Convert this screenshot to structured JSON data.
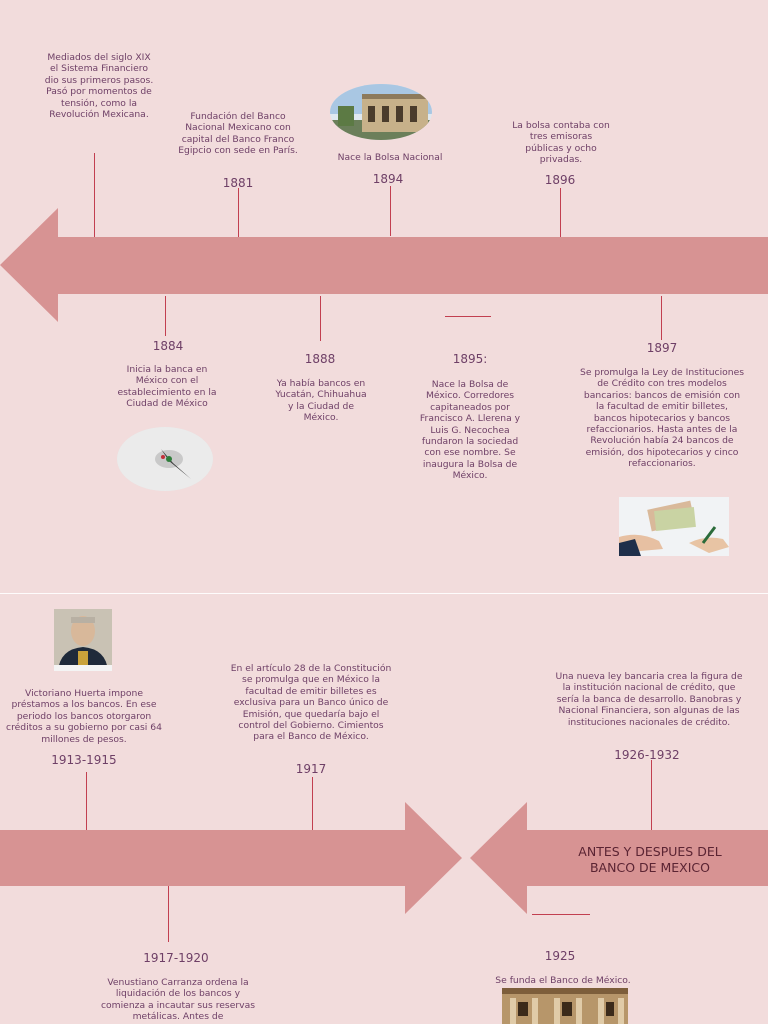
{
  "colors": {
    "background": "#f2dcdc",
    "arrow": "#d79393",
    "line": "#c23f50",
    "text": "#6e3f66"
  },
  "title": "ANTES Y DESPUES DEL BANCO DE MEXICO",
  "top": {
    "e_midxix": {
      "text": "Mediados del siglo XIX el Sistema Financiero dio sus primeros pasos. Pasó por momentos de tensión, como la Revolución Mexicana."
    },
    "e_1881": {
      "year": "1881",
      "text": "Fundación del Banco Nacional Mexicano con capital del Banco Franco Egipcio con sede en París."
    },
    "e_1894": {
      "year": "1894",
      "text": "Nace la Bolsa Nacional"
    },
    "e_1896": {
      "year": "1896",
      "text": "La bolsa contaba con tres emisoras públicas y ocho privadas."
    },
    "e_1884": {
      "year": "1884",
      "text": "Inicia la banca en México con el establecimiento en la Ciudad de México"
    },
    "e_1888": {
      "year": "1888",
      "text": "Ya había bancos en Yucatán, Chihuahua y la Ciudad de México."
    },
    "e_1895": {
      "year": "1895:",
      "text": "Nace la Bolsa de México. Corredores capitaneados por Francisco A. Llerena y Luis G. Necochea fundaron la sociedad con ese nombre. Se inaugura la Bolsa de México."
    },
    "e_1897": {
      "year": "1897",
      "text": "Se promulga la Ley de Instituciones de Crédito con tres modelos bancarios: bancos de emisión con la facultad de emitir billetes, bancos hipotecarios y bancos refaccionarios. Hasta antes de la Revolución había 24 bancos de emisión, dos hipotecarios y cinco refaccionarios."
    }
  },
  "bottom": {
    "e_1913": {
      "year": "1913-1915",
      "text": "Victoriano Huerta impone préstamos a los bancos. En ese periodo los bancos otorgaron créditos a su gobierno por casi 64 millones de pesos."
    },
    "e_1917": {
      "year": "1917",
      "text": "En el artículo 28 de la Constitución se promulga que en México la facultad de emitir billetes es exclusiva para un Banco único de Emisión, que quedaría bajo el control del Gobierno. Cimientos para el Banco de México."
    },
    "e_1926": {
      "year": "1926-1932",
      "text": "Una nueva ley bancaria crea la figura de la institución nacional de crédito, que sería la banca de desarrollo. Banobras y Nacional Financiera, son algunas de las instituciones nacionales de crédito."
    },
    "e_1917b": {
      "year": "1917-1920",
      "text": "Venustiano Carranza ordena la liquidación de los bancos y comienza a incautar sus reservas metálicas. Antes de"
    },
    "e_1925": {
      "year": "1925",
      "text": "Se funda el Banco de México."
    }
  }
}
